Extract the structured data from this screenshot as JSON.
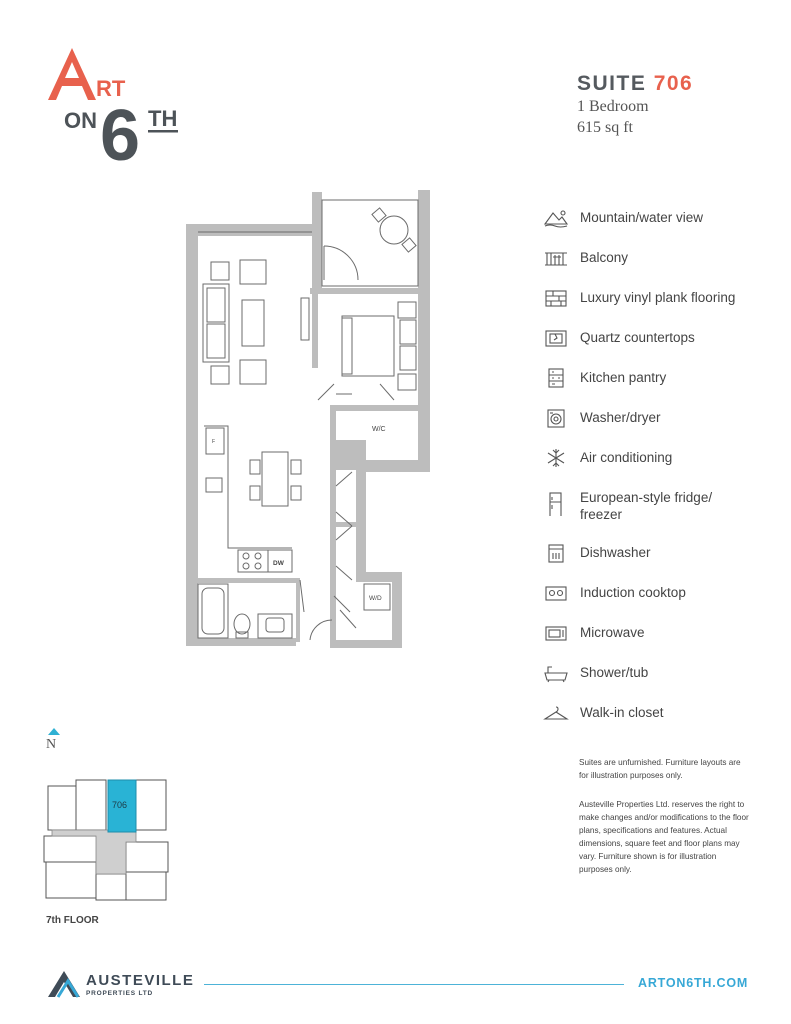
{
  "colors": {
    "accent": "#e8614d",
    "dark": "#555a5f",
    "highlight": "#29b3d5",
    "link": "#37a8d6"
  },
  "logo": {
    "letter_a": "A",
    "letters_rt": "RT",
    "on": "ON",
    "six": "6",
    "th": "TH"
  },
  "suite": {
    "label": "SUITE",
    "number": "706",
    "bedrooms": "1 Bedroom",
    "area": "615 sq ft"
  },
  "floorplan": {
    "wic_label": "W/C",
    "dw_label": "DW",
    "wd_label": "W/D",
    "fridge_label": "F"
  },
  "features": [
    {
      "icon": "mountain-icon",
      "label": "Mountain/water view"
    },
    {
      "icon": "balcony-icon",
      "label": "Balcony"
    },
    {
      "icon": "flooring-icon",
      "label": "Luxury vinyl plank flooring"
    },
    {
      "icon": "countertop-icon",
      "label": "Quartz countertops"
    },
    {
      "icon": "pantry-icon",
      "label": "Kitchen pantry"
    },
    {
      "icon": "washer-icon",
      "label": "Washer/dryer"
    },
    {
      "icon": "snowflake-icon",
      "label": "Air conditioning"
    },
    {
      "icon": "fridge-icon",
      "label": "European-style fridge/ freezer"
    },
    {
      "icon": "dishwasher-icon",
      "label": "Dishwasher"
    },
    {
      "icon": "cooktop-icon",
      "label": "Induction cooktop"
    },
    {
      "icon": "microwave-icon",
      "label": "Microwave"
    },
    {
      "icon": "bathtub-icon",
      "label": "Shower/tub"
    },
    {
      "icon": "hanger-icon",
      "label": "Walk-in closet"
    }
  ],
  "notes": {
    "furniture": "Suites are unfurnished. Furniture layouts are for illustration purposes only.",
    "disclaimer": "Austeville Properties Ltd. reserves the right to make changes and/or modifications to the floor plans, specifications and features. Actual dimensions, square feet and floor plans may vary. Furniture shown is for illustration purposes only."
  },
  "north_label": "N",
  "keyplan": {
    "suite_label": "706",
    "floor_label": "7th FLOOR"
  },
  "footer": {
    "company": "AUSTEVILLE",
    "company_sub": "PROPERTIES LTD",
    "url": "ARTON6TH.COM"
  }
}
